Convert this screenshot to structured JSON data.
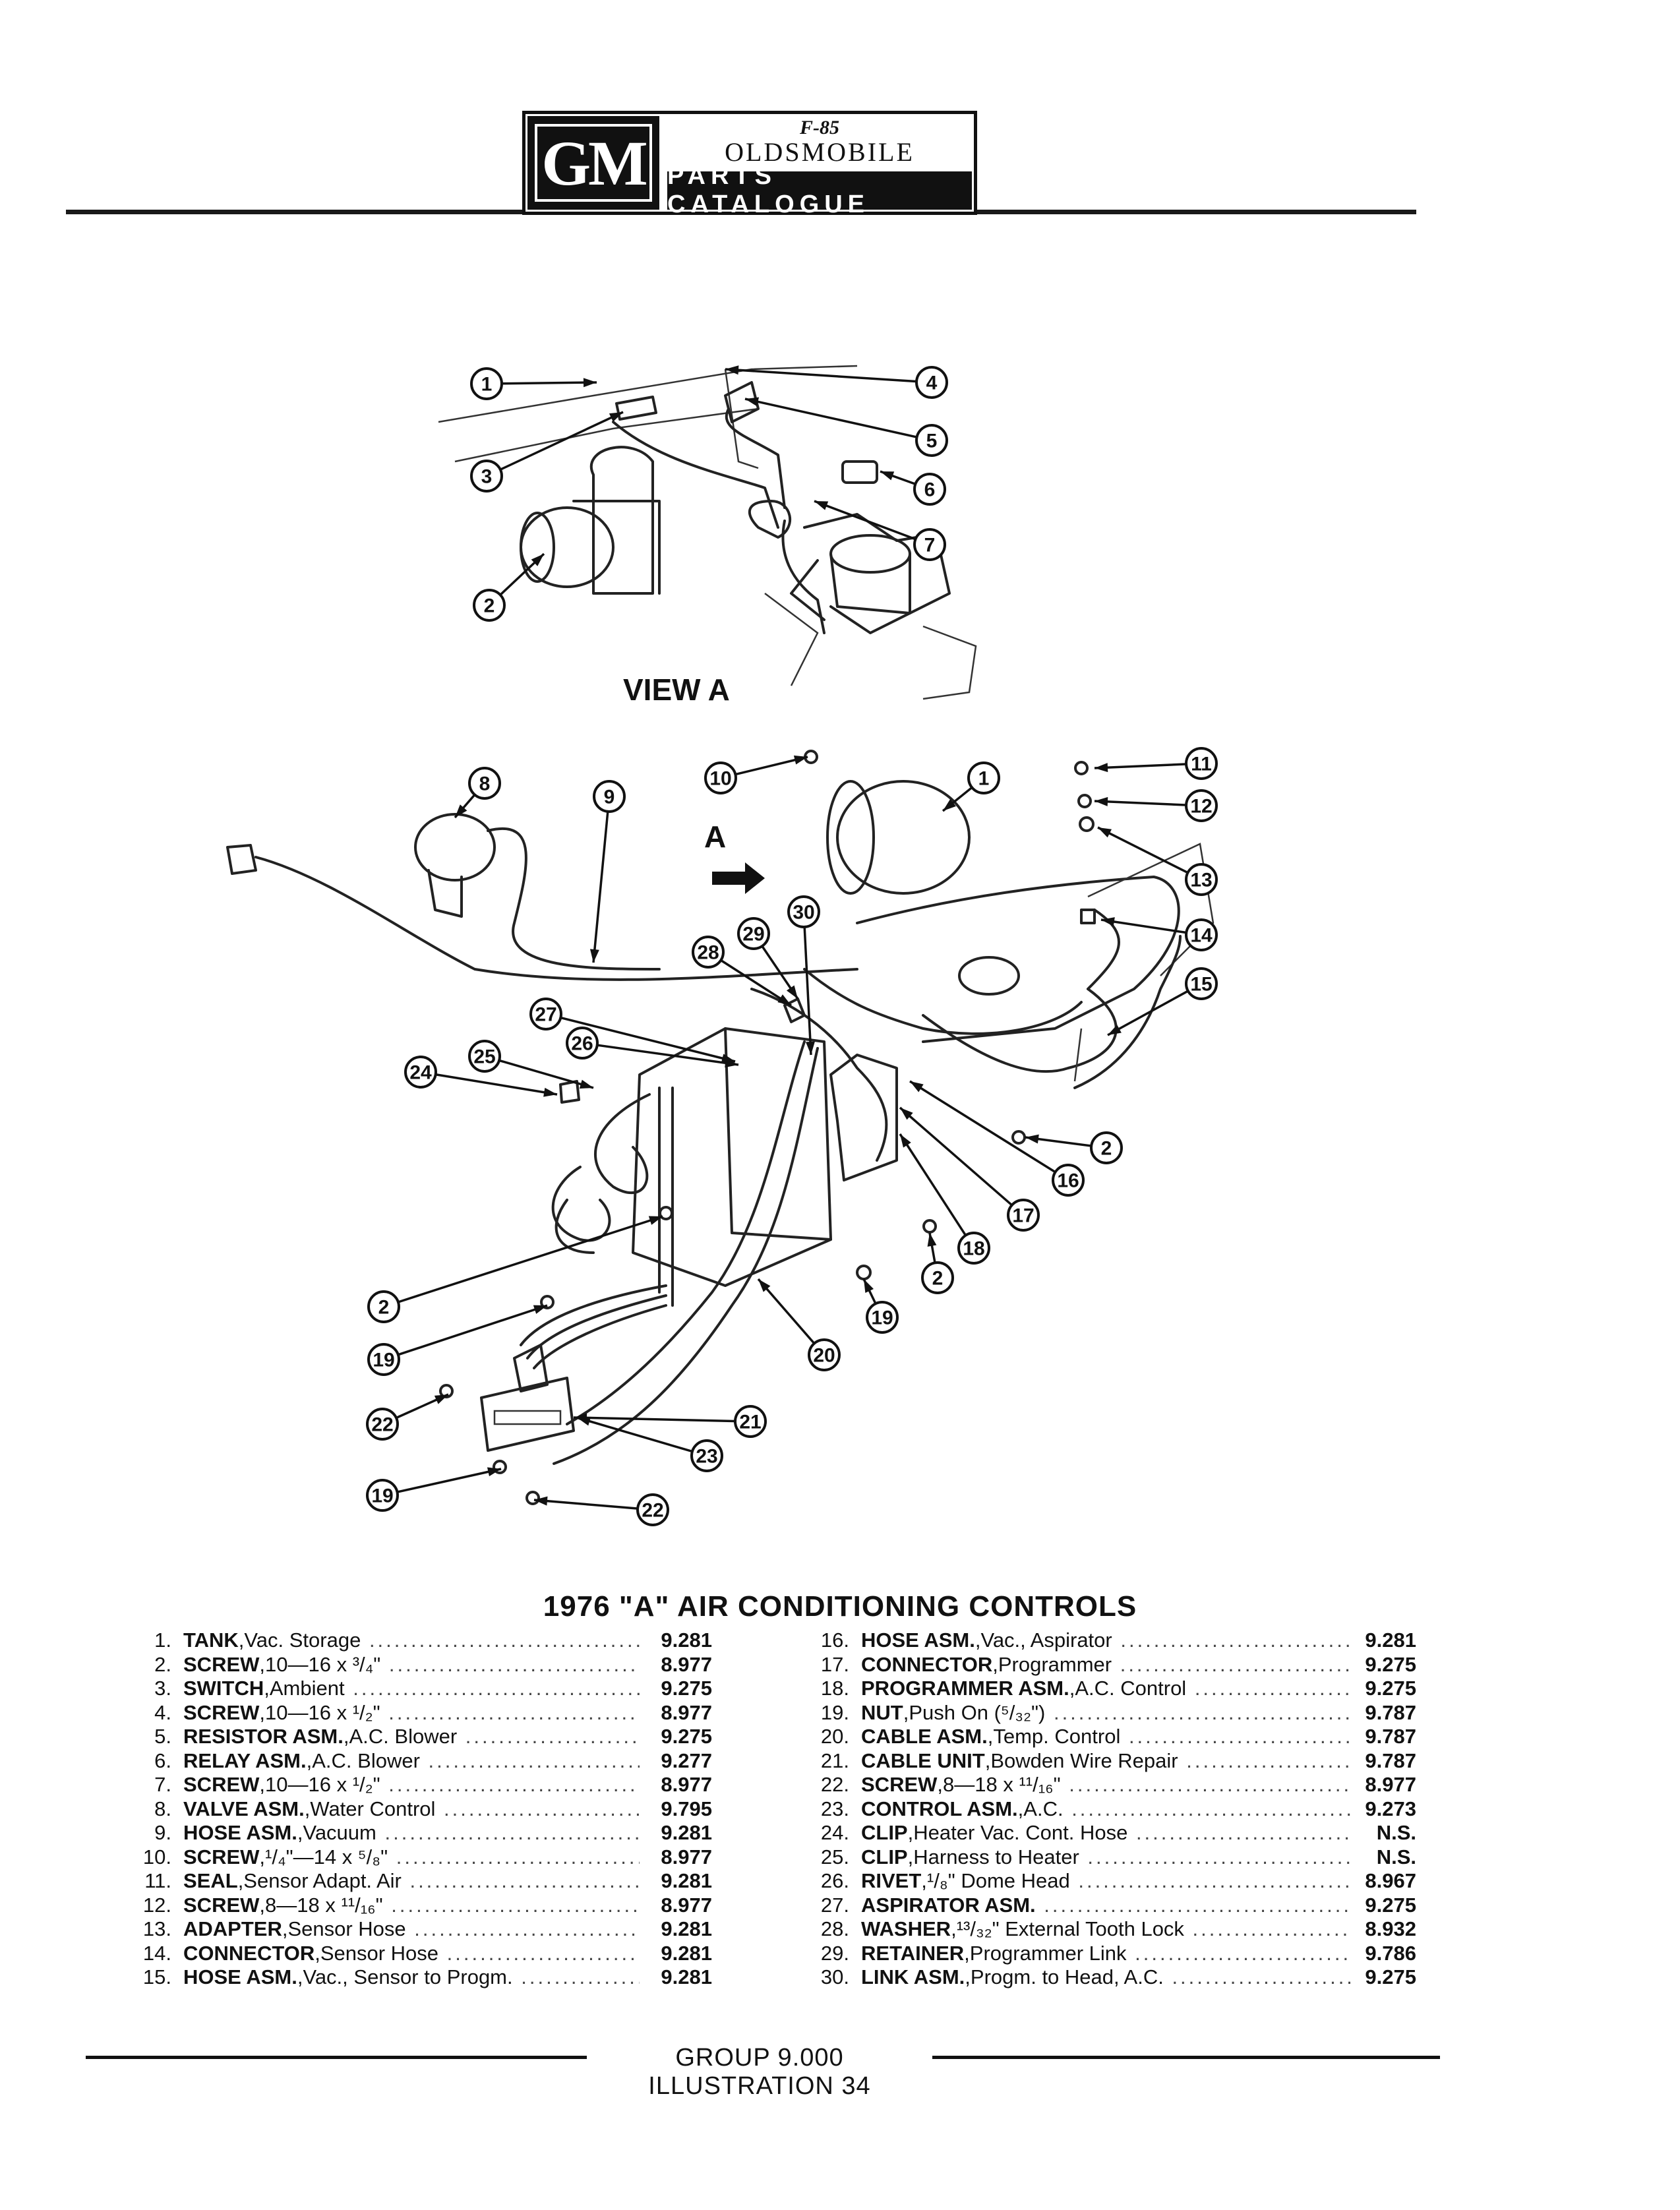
{
  "header": {
    "gm_logo": "GM",
    "brand_mark": "F-85",
    "brand_name": "OLDSMOBILE",
    "catalogue": "PARTS CATALOGUE"
  },
  "diagram": {
    "view_label": "VIEW A",
    "view_arrow_label": "A",
    "callouts": [
      "1",
      "2",
      "3",
      "4",
      "5",
      "6",
      "7",
      "8",
      "9",
      "10",
      "11",
      "12",
      "13",
      "14",
      "15",
      "16",
      "17",
      "18",
      "19",
      "20",
      "21",
      "22",
      "23",
      "24",
      "25",
      "26",
      "27",
      "28",
      "29",
      "30"
    ]
  },
  "title": "1976 \"A\" AIR CONDITIONING CONTROLS",
  "parts": [
    {
      "num": "1.",
      "name": "TANK",
      "desc": ",Vac. Storage",
      "group": "9.281"
    },
    {
      "num": "2.",
      "name": "SCREW",
      "desc": ",10—16 x ³/₄\"",
      "group": "8.977"
    },
    {
      "num": "3.",
      "name": "SWITCH",
      "desc": ",Ambient",
      "group": "9.275"
    },
    {
      "num": "4.",
      "name": "SCREW",
      "desc": ",10—16 x ¹/₂\"",
      "group": "8.977"
    },
    {
      "num": "5.",
      "name": "RESISTOR ASM.",
      "desc": ",A.C. Blower",
      "group": "9.275"
    },
    {
      "num": "6.",
      "name": "RELAY ASM.",
      "desc": ",A.C. Blower",
      "group": "9.277"
    },
    {
      "num": "7.",
      "name": "SCREW",
      "desc": ",10—16 x ¹/₂\"",
      "group": "8.977"
    },
    {
      "num": "8.",
      "name": "VALVE ASM.",
      "desc": ",Water Control",
      "group": "9.795"
    },
    {
      "num": "9.",
      "name": "HOSE ASM.",
      "desc": ",Vacuum",
      "group": "9.281"
    },
    {
      "num": "10.",
      "name": "SCREW",
      "desc": ",¹/₄\"—14 x ⁵/₈\"",
      "group": "8.977"
    },
    {
      "num": "11.",
      "name": "SEAL",
      "desc": ",Sensor Adapt. Air",
      "group": "9.281"
    },
    {
      "num": "12.",
      "name": "SCREW",
      "desc": ",8—18 x ¹¹/₁₆\"",
      "group": "8.977"
    },
    {
      "num": "13.",
      "name": "ADAPTER",
      "desc": ",Sensor Hose",
      "group": "9.281"
    },
    {
      "num": "14.",
      "name": "CONNECTOR",
      "desc": ",Sensor Hose",
      "group": "9.281"
    },
    {
      "num": "15.",
      "name": "HOSE ASM.",
      "desc": ",Vac., Sensor to Progm.",
      "group": "9.281"
    },
    {
      "num": "16.",
      "name": "HOSE ASM.",
      "desc": ",Vac., Aspirator",
      "group": "9.281"
    },
    {
      "num": "17.",
      "name": "CONNECTOR",
      "desc": ",Programmer",
      "group": "9.275"
    },
    {
      "num": "18.",
      "name": "PROGRAMMER ASM.",
      "desc": ",A.C. Control",
      "group": "9.275"
    },
    {
      "num": "19.",
      "name": "NUT",
      "desc": ",Push On (⁵/₃₂\")",
      "group": "9.787"
    },
    {
      "num": "20.",
      "name": "CABLE ASM.",
      "desc": ",Temp. Control",
      "group": "9.787"
    },
    {
      "num": "21.",
      "name": "CABLE UNIT",
      "desc": ",Bowden Wire Repair",
      "group": "9.787"
    },
    {
      "num": "22.",
      "name": "SCREW",
      "desc": ",8—18 x ¹¹/₁₆\"",
      "group": "8.977"
    },
    {
      "num": "23.",
      "name": "CONTROL ASM.",
      "desc": ",A.C.",
      "group": "9.273"
    },
    {
      "num": "24.",
      "name": "CLIP",
      "desc": ",Heater Vac. Cont. Hose",
      "group": "N.S."
    },
    {
      "num": "25.",
      "name": "CLIP",
      "desc": ",Harness to Heater",
      "group": "N.S."
    },
    {
      "num": "26.",
      "name": "RIVET",
      "desc": ",¹/₈\" Dome Head",
      "group": "8.967"
    },
    {
      "num": "27.",
      "name": "ASPIRATOR ASM.",
      "desc": "",
      "group": "9.275"
    },
    {
      "num": "28.",
      "name": "WASHER",
      "desc": ",¹³/₃₂\" External Tooth Lock",
      "group": "8.932"
    },
    {
      "num": "29.",
      "name": "RETAINER",
      "desc": ",Programmer Link",
      "group": "9.786"
    },
    {
      "num": "30.",
      "name": "LINK ASM.",
      "desc": ",Progm. to Head, A.C.",
      "group": "9.275"
    }
  ],
  "footer": "GROUP 9.000 ILLUSTRATION 34"
}
